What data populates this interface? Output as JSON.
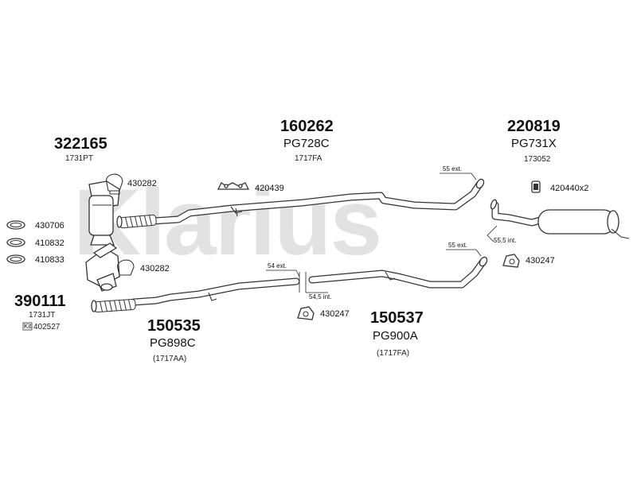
{
  "watermark": "Klarius",
  "assemblies": {
    "a322165": {
      "number": "322165",
      "code": "1731PT"
    },
    "a160262": {
      "number": "160262",
      "oem": "PG728C",
      "code": "1717FA"
    },
    "a220819": {
      "number": "220819",
      "oem": "PG731X",
      "code": "173052"
    },
    "a390111": {
      "number": "390111",
      "code": "1731JT",
      "kit_badge": "Kit",
      "kit_code": "402527"
    },
    "a150535": {
      "number": "150535",
      "oem": "PG898C",
      "code": "(1717AA)"
    },
    "a150537": {
      "number": "150537",
      "oem": "PG900A",
      "code": "(1717FA)"
    }
  },
  "fittings": {
    "f430282_top": "430282",
    "f420439": "420439",
    "f420440": "420440x2",
    "f430706": "430706",
    "f410832": "410832",
    "f410833": "410833",
    "f430282_bottom": "430282",
    "f430247_right": "430247",
    "f430247_bottom": "430247"
  },
  "dimensions": {
    "d55_top": "55 ext.",
    "d55_5": "55,5 int.",
    "d55_lower": "55 ext.",
    "d54": "54 ext.",
    "d54_5": "54,5 int."
  }
}
